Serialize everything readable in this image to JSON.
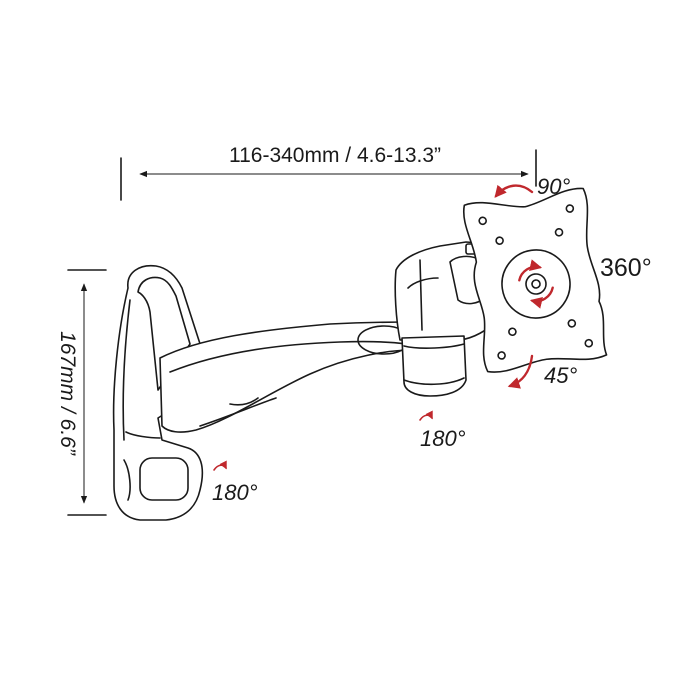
{
  "dimensions": {
    "width_label": "116-340mm / 4.6-13.3”",
    "height_label": "167mm / 6.6”"
  },
  "rotations": {
    "tilt_up": "90°",
    "tilt_down": "45°",
    "rotate": "360°",
    "swivel_arm_joint": "180°",
    "swivel_wall_joint": "180°"
  },
  "colors": {
    "line": "#1a1a1a",
    "accent": "#c0282d",
    "background": "#ffffff"
  }
}
